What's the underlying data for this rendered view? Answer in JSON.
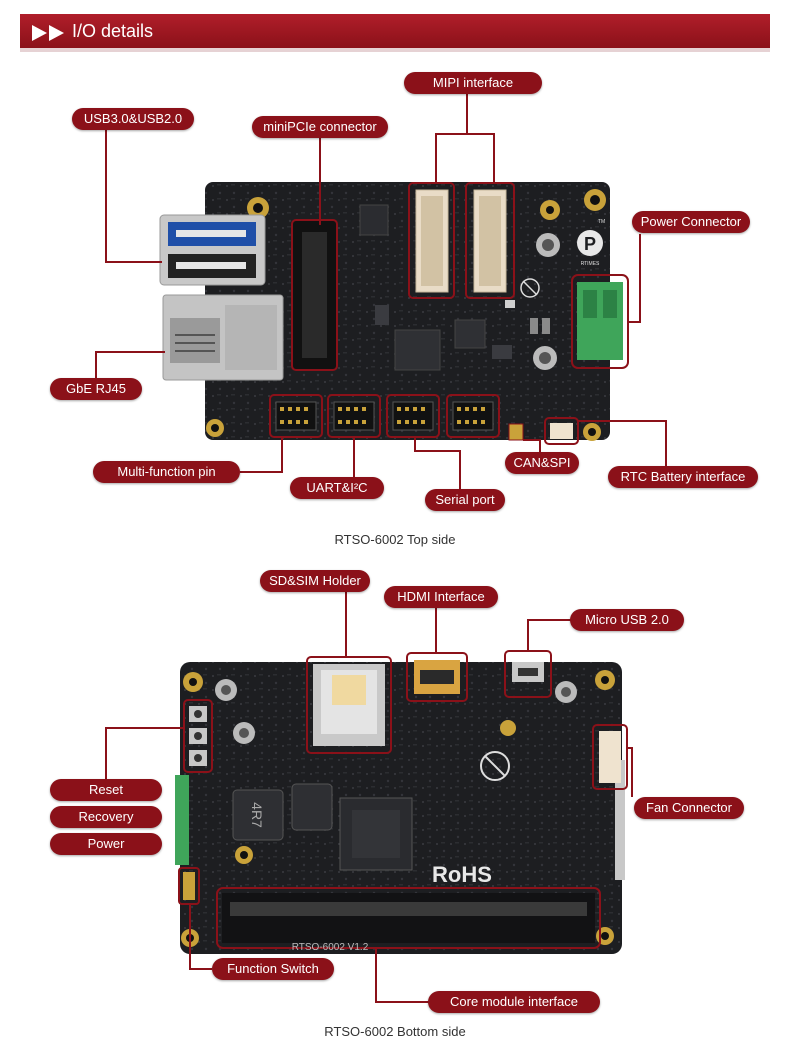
{
  "header": {
    "title": "I/O details"
  },
  "top": {
    "caption": "RTSO-6002 Top side",
    "labels": {
      "usb": "USB3.0&USB2.0",
      "minipcie": "miniPCIe connector",
      "mipi": "MIPI interface",
      "power": "Power Connector",
      "rj45": "GbE RJ45",
      "multifunction": "Multi-function pin",
      "uart": "UART&I²C",
      "serial": "Serial port",
      "canspi": "CAN&SPI",
      "rtc": "RTC Battery interface"
    },
    "board_text": {
      "brand": "RTIMES",
      "tm": "TM"
    }
  },
  "bottom": {
    "caption": "RTSO-6002 Bottom side",
    "labels": {
      "sdsim": "SD&SIM Holder",
      "hdmi": "HDMI Interface",
      "microusb": "Micro USB 2.0",
      "reset": "Reset",
      "recovery": "Recovery",
      "power": "Power",
      "fan": "Fan Connector",
      "function_switch": "Function Switch",
      "core_module": "Core module interface"
    },
    "board_text": {
      "rohs": "RoHS",
      "silk": "RTSO-6002 V1.2",
      "inductor": "4R7"
    }
  },
  "colors": {
    "accent": "#8b1119",
    "pcb": "#1d1e21",
    "connector_green": "#3fa55a",
    "hdmi_gold": "#d9a441"
  }
}
